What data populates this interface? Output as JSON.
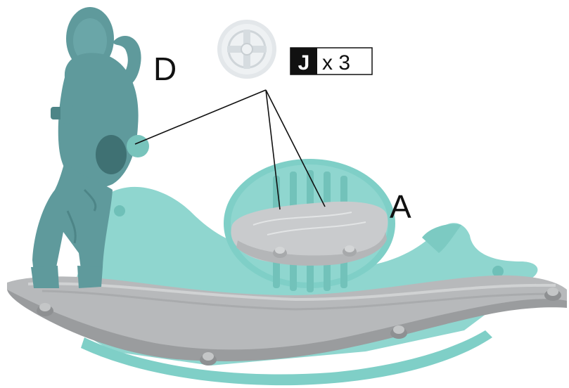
{
  "labels": {
    "part_a": "A",
    "part_d": "D"
  },
  "part_callout": {
    "letter": "J",
    "quantity": "x 3"
  },
  "colors": {
    "body_teal": "#5f9a9c",
    "body_teal_dark": "#4d8587",
    "base_mint": "#8fd6cf",
    "base_mint_dark": "#6fc0b8",
    "rocker_grey": "#b7b9bb",
    "rocker_grey_dark": "#9a9c9e",
    "seat_grey": "#c9cbcd",
    "cap_white": "#eef1f3",
    "label_black": "#111111"
  },
  "icons": {
    "cap": "cross-cap-icon"
  }
}
